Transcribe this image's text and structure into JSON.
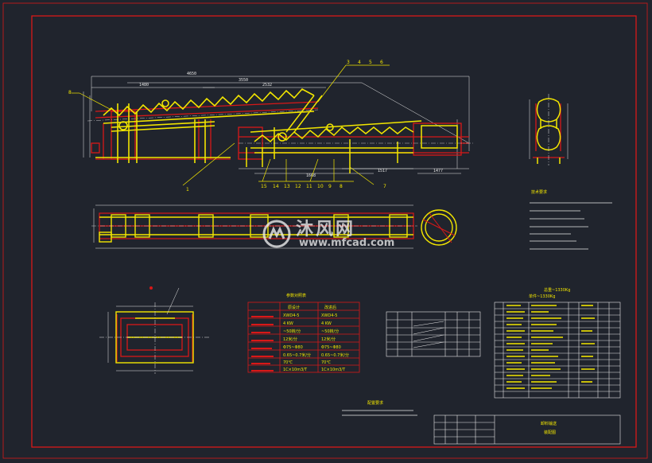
{
  "drawing": {
    "colors": {
      "background": "#20242d",
      "frame": "#d81818",
      "geometry": "#f2e600",
      "dims": "#e8e8e8",
      "center": "#e8e8e8"
    },
    "balloons_top": [
      "3",
      "4",
      "5",
      "6"
    ],
    "balloons_bottom": [
      "15",
      "14",
      "13",
      "12",
      "11",
      "10",
      "9",
      "8"
    ],
    "label_left": "8",
    "label_1": "1",
    "label_7": "7",
    "dims_top": [
      "4650",
      "3550",
      "1480",
      "2532"
    ],
    "dims_bottom": [
      "1668",
      "1517",
      "1477"
    ],
    "tech_title": "技术要求",
    "param_title": "参数对照表",
    "param_rows": [
      [
        "",
        "原设计",
        "改进后"
      ],
      [
        "",
        "XWD4-5",
        "XWD4-5"
      ],
      [
        "",
        "4 KW",
        "4 KW"
      ],
      [
        "",
        "~50转/分",
        "~50转/分"
      ],
      [
        "",
        "12米/分",
        "12米/分"
      ],
      [
        "",
        "Φ75~Φ80",
        "Φ75~Φ80"
      ],
      [
        "",
        "0.65~0.7米/分",
        "0.65~0.7米/分"
      ],
      [
        "",
        "70℃",
        "70℃"
      ],
      [
        "",
        "1C×10m3/T",
        "1C×10m3/T"
      ]
    ],
    "weight_lines": [
      "总重~1330Kg",
      "单件~1330Kg"
    ],
    "title_block_name": "卸料输送",
    "title_block_sub": "装配图",
    "note_title": "配置要求"
  },
  "watermark": {
    "main": "沐风网",
    "sub": "www.mfcad.com",
    "logo": "mf-logo-icon"
  }
}
